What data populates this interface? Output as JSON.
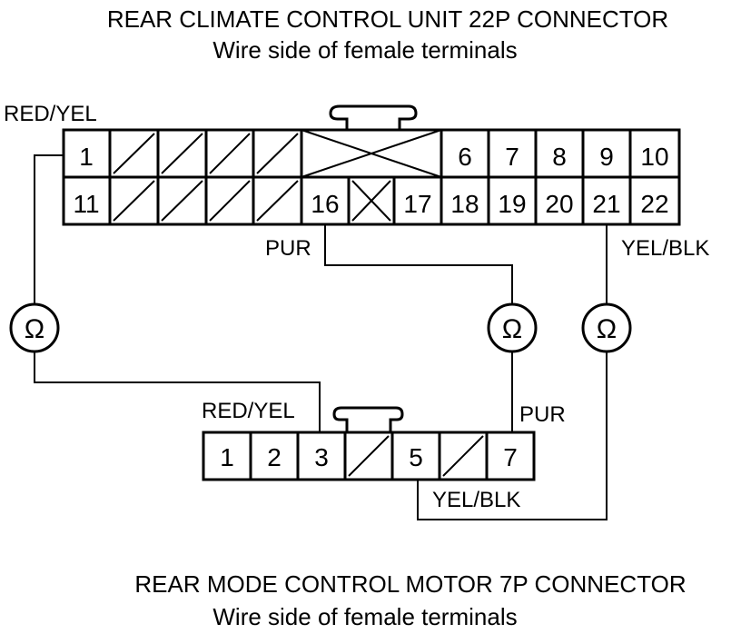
{
  "top_connector": {
    "title": "REAR CLIMATE CONTROL UNIT 22P CONNECTOR",
    "subtitle": "Wire side of female terminals",
    "row1": [
      "1",
      "",
      "",
      "",
      "",
      "",
      "6",
      "7",
      "8",
      "9",
      "10"
    ],
    "row2": [
      "11",
      "",
      "",
      "",
      "",
      "16",
      "",
      "17",
      "18",
      "19",
      "20",
      "21",
      "22"
    ]
  },
  "bottom_connector": {
    "title": "REAR MODE CONTROL MOTOR 7P CONNECTOR",
    "subtitle": "Wire side of female terminals",
    "pins": [
      "1",
      "2",
      "3",
      "",
      "5",
      "",
      "7"
    ]
  },
  "wires": {
    "top_pin1": "RED/YEL",
    "top_pin16": "PUR",
    "top_pin21": "YEL/BLK",
    "bottom_pin3": "RED/YEL",
    "bottom_pin7": "PUR",
    "bottom_pin5": "YEL/BLK"
  },
  "meter_symbol": "Ω",
  "icons": {
    "meter": "ohmmeter-icon",
    "lock_tab": "connector-lock-tab-icon",
    "blocked_cavity": "blocked-cavity-icon"
  }
}
